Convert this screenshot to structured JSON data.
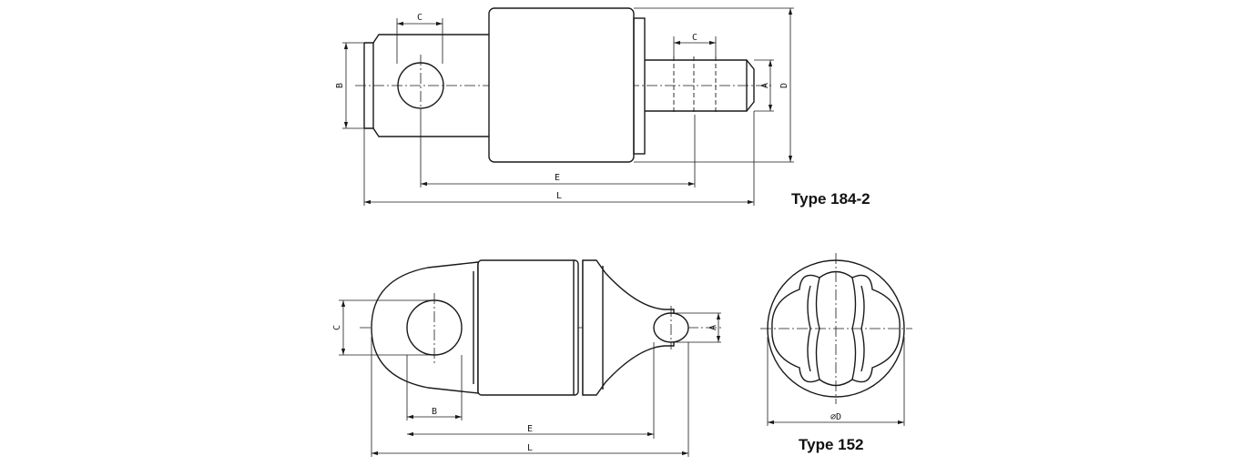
{
  "type_184_2": {
    "title": "Type 184-2",
    "labels": {
      "C_top": "C",
      "C_right": "C",
      "B": "B",
      "A": "A",
      "D": "D",
      "E": "E",
      "L": "L"
    }
  },
  "type_152": {
    "title": "Type 152",
    "labels": {
      "C": "C",
      "A": "A",
      "B": "B",
      "E": "E",
      "L": "L",
      "D": "⌀D"
    }
  }
}
